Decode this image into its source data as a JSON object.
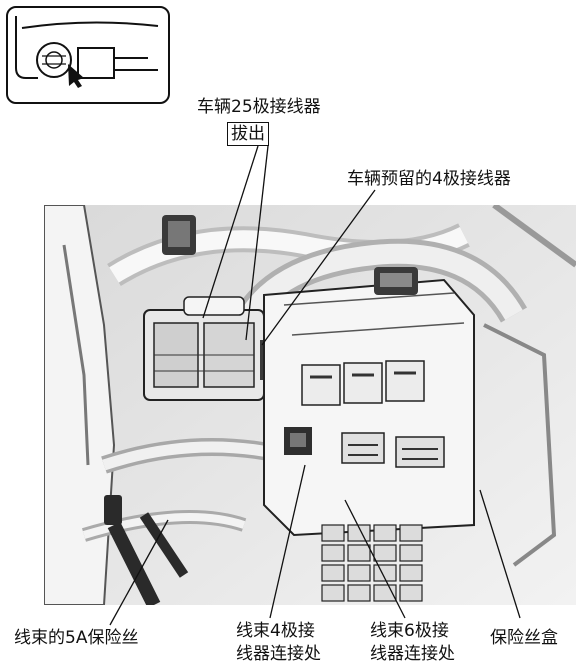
{
  "labels": {
    "connector25": "车辆25极接线器",
    "unplug": "拔出",
    "reserved4": "车辆预留的4极接线器",
    "fuse5a": "线束的5A保险丝",
    "harness4_line1": "线束4极接",
    "harness4_line2": "线器连接处",
    "harness6_line1": "线束6极接",
    "harness6_line2": "线器连接处",
    "fusebox": "保险丝盒"
  },
  "colors": {
    "line": "#111111",
    "photo_bg": "#e4e4e4",
    "photo_dark": "#3a3a3a",
    "photo_mid": "#9a9a9a",
    "photo_light": "#f6f6f6"
  }
}
